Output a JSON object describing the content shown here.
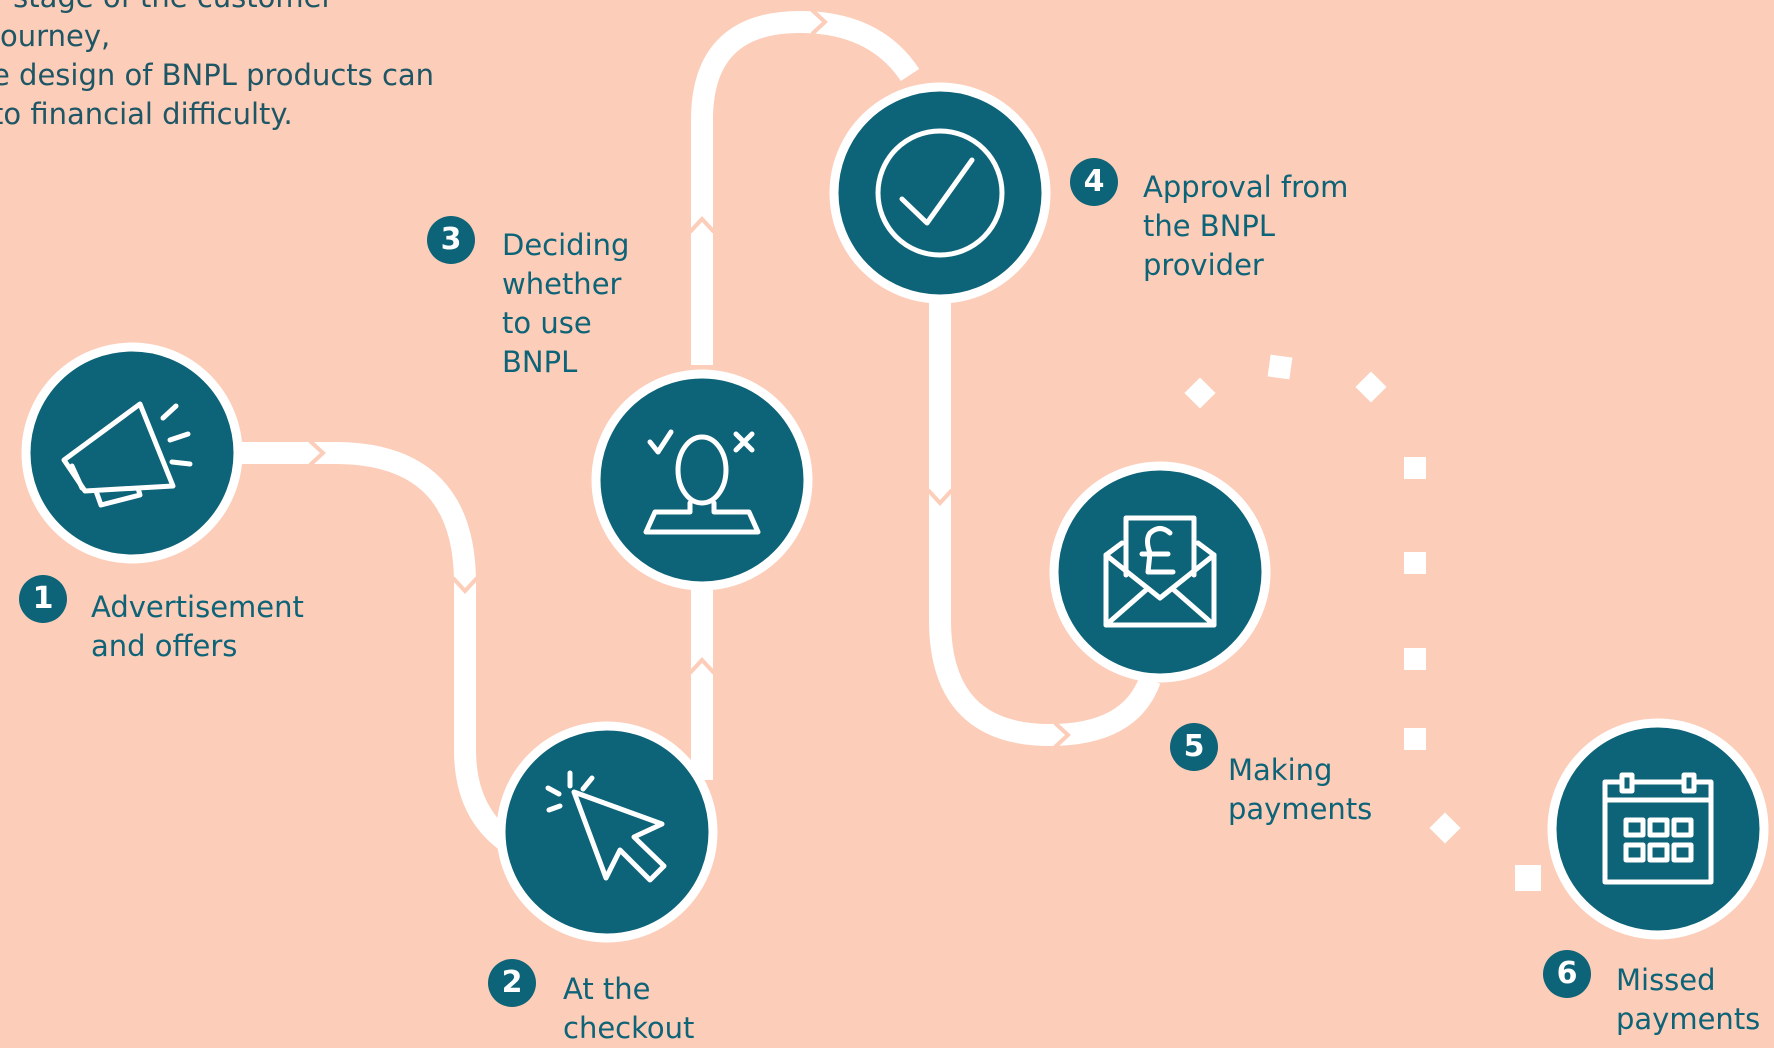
{
  "intro_text": "r stage of the customer journey,\ne design of BNPL products can\nto financial difficulty.",
  "colors": {
    "background": "#fccdb8",
    "accent": "#0d6377",
    "path": "#ffffff",
    "intro_text": "#1e5665"
  },
  "steps": [
    {
      "number": "1",
      "label": "Advertisement\nand offers",
      "icon": "megaphone-icon"
    },
    {
      "number": "2",
      "label": "At the\ncheckout",
      "icon": "cursor-click-icon"
    },
    {
      "number": "3",
      "label": "Deciding\nwhether\nto use\nBNPL",
      "icon": "person-decision-icon"
    },
    {
      "number": "4",
      "label": "Approval from\nthe BNPL\nprovider",
      "icon": "checkmark-icon"
    },
    {
      "number": "5",
      "label": "Making\npayments",
      "icon": "envelope-pound-icon"
    },
    {
      "number": "6",
      "label": "Missed\npayments",
      "icon": "calendar-icon"
    }
  ]
}
